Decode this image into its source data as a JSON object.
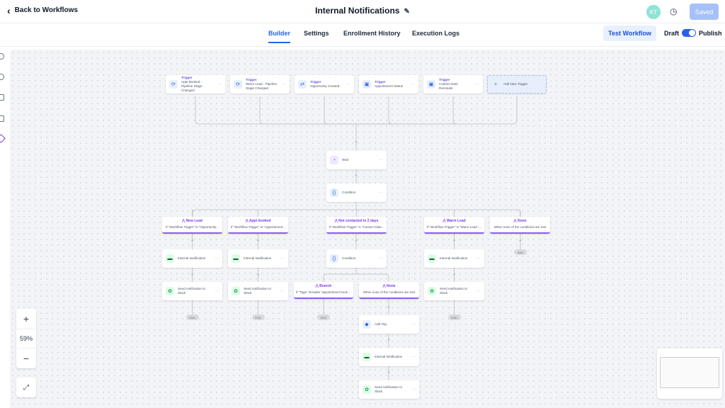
{
  "header": {
    "back_label": "Back to Workflows",
    "title": "Internal Notifications",
    "avatar_initials": "KT",
    "saved_label": "Saved"
  },
  "tabs": [
    {
      "label": "Builder",
      "active": true
    },
    {
      "label": "Settings"
    },
    {
      "label": "Enrollment History"
    },
    {
      "label": "Execution Logs"
    }
  ],
  "actions": {
    "test_label": "Test Workflow",
    "draft_label": "Draft",
    "publish_label": "Publish",
    "published": true
  },
  "colors": {
    "accent": "#2563eb",
    "branch": "#7c3aed",
    "canvas": "#f3f4f7"
  },
  "triggers": [
    {
      "title": "Trigger",
      "label": "Appt Booked - Pipeline Stage Changed",
      "icon": "pipeline-icon"
    },
    {
      "title": "Trigger",
      "label": "Warm Lead - Pipeline Stage Changed",
      "icon": "pipeline-icon"
    },
    {
      "title": "Trigger",
      "label": "Opportunity Created",
      "icon": "swap-icon"
    },
    {
      "title": "Trigger",
      "label": "Appointment Status",
      "icon": "calendar-icon"
    },
    {
      "title": "Trigger",
      "label": "Custom Date Reminder",
      "icon": "calendar-icon"
    }
  ],
  "add_trigger_label": "Add New Trigger",
  "wait_label": "Wait",
  "condition_label": "Condition",
  "branches": [
    {
      "title": "New Lead",
      "desc": "If \"Workflow Trigger\" is \"Opportunity..."
    },
    {
      "title": "Appt booked",
      "desc": "If \"Workflow Trigger\" is \"Appointment..."
    },
    {
      "title": "Not contacted in 2 days",
      "desc": "If \"Workflow Trigger\" is \"Custom Date..."
    },
    {
      "title": "Warm Lead",
      "desc": "If \"Workflow Trigger\" is \"Warm Lead -..."
    },
    {
      "title": "None",
      "desc": "When none of the conditions are met"
    }
  ],
  "sub_branches": [
    {
      "title": "Branch",
      "desc": "If \"Tags\" includes \"appointment booke..."
    },
    {
      "title": "None",
      "desc": "When none of the conditions are met"
    }
  ],
  "actions_labels": {
    "internal_notification": "Internal Notification",
    "slack": "Send notification to Slack",
    "add_tag": "Add Tag"
  },
  "end_label": "END",
  "zoom": {
    "level": "59%",
    "plus": "+",
    "minus": "−"
  }
}
